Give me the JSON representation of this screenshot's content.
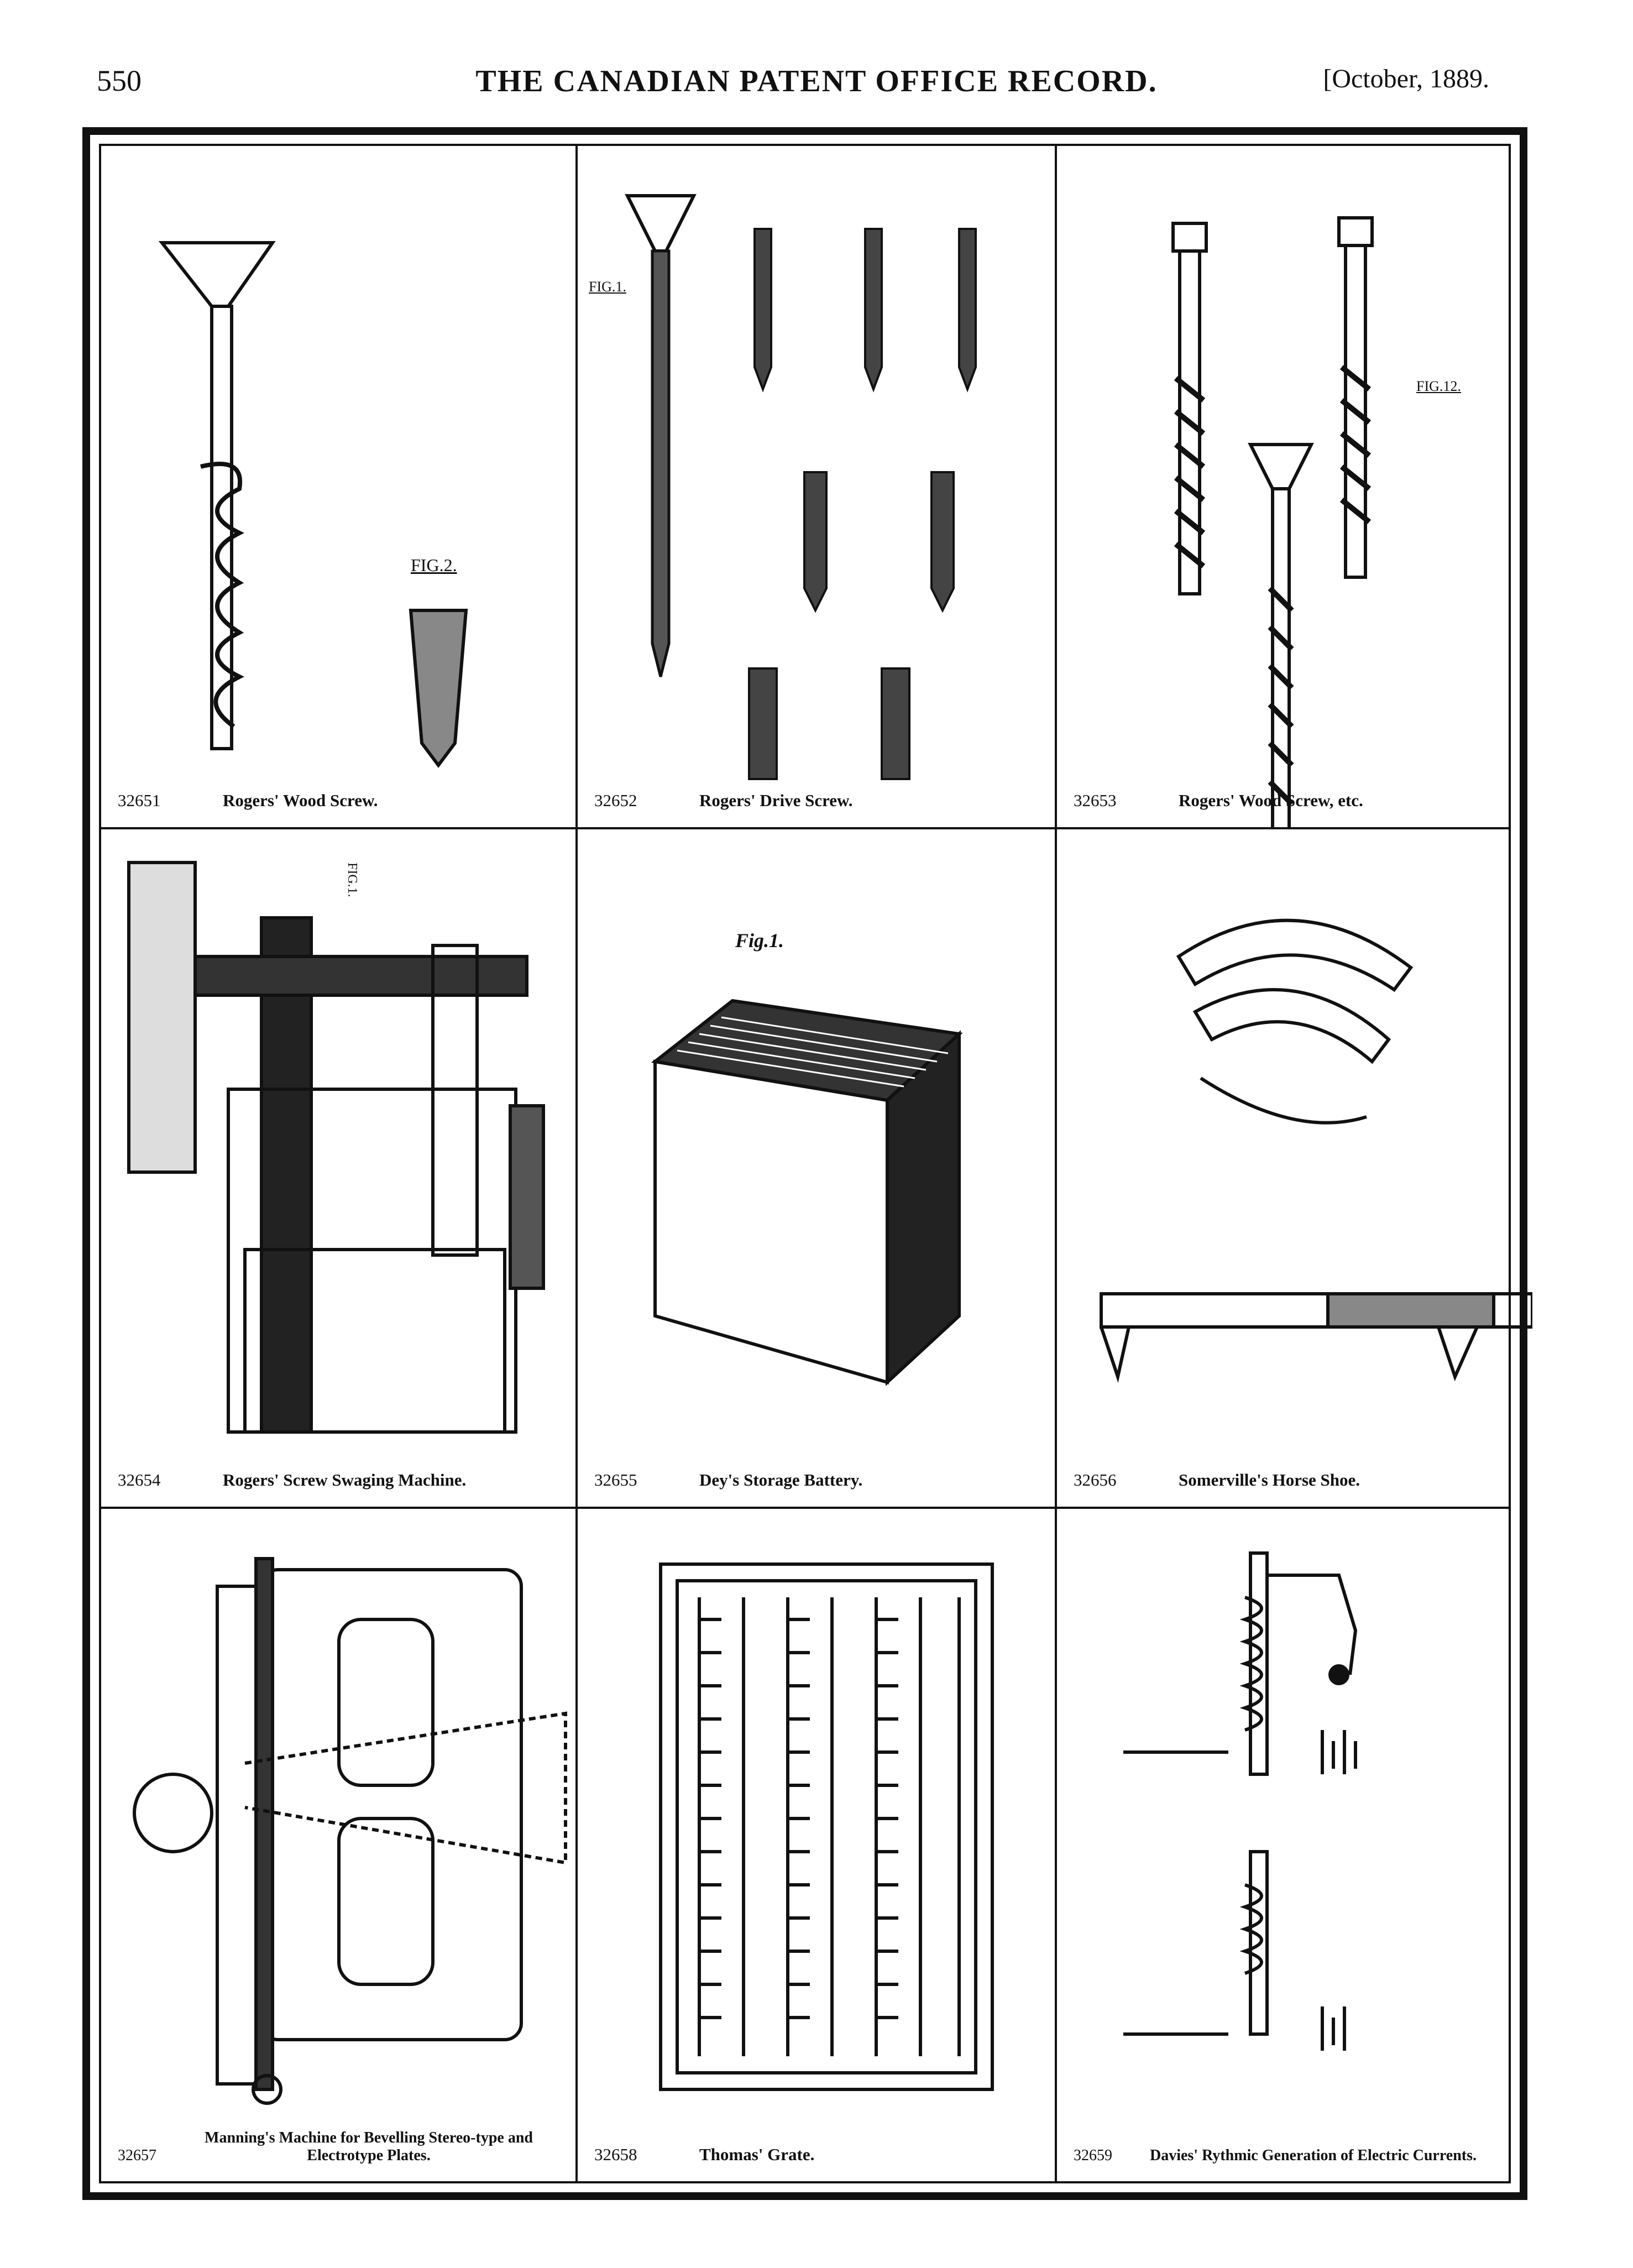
{
  "header": {
    "page_number": "550",
    "title": "THE CANADIAN PATENT OFFICE RECORD.",
    "date": "[October, 1889."
  },
  "patents": [
    {
      "number": "32651",
      "title": "Rogers' Wood Screw.",
      "fig_label": "FIG.2."
    },
    {
      "number": "32652",
      "title": "Rogers' Drive Screw.",
      "fig_label": "FIG.1."
    },
    {
      "number": "32653",
      "title": "Rogers' Wood Screw, etc.",
      "fig_label": "FIG.12."
    },
    {
      "number": "32654",
      "title": "Rogers' Screw Swaging Machine.",
      "fig_label": "FIG.1."
    },
    {
      "number": "32655",
      "title": "Dey's Storage Battery.",
      "fig_label": "Fig.1."
    },
    {
      "number": "32656",
      "title": "Somerville's Horse Shoe.",
      "fig_label": ""
    },
    {
      "number": "32657",
      "title": "Manning's Machine for Bevelling Stereo-type and Electrotype Plates.",
      "fig_label": ""
    },
    {
      "number": "32658",
      "title": "Thomas' Grate.",
      "fig_label": ""
    },
    {
      "number": "32659",
      "title": "Davies' Rythmic Generation of Electric Currents.",
      "fig_label": ""
    }
  ]
}
